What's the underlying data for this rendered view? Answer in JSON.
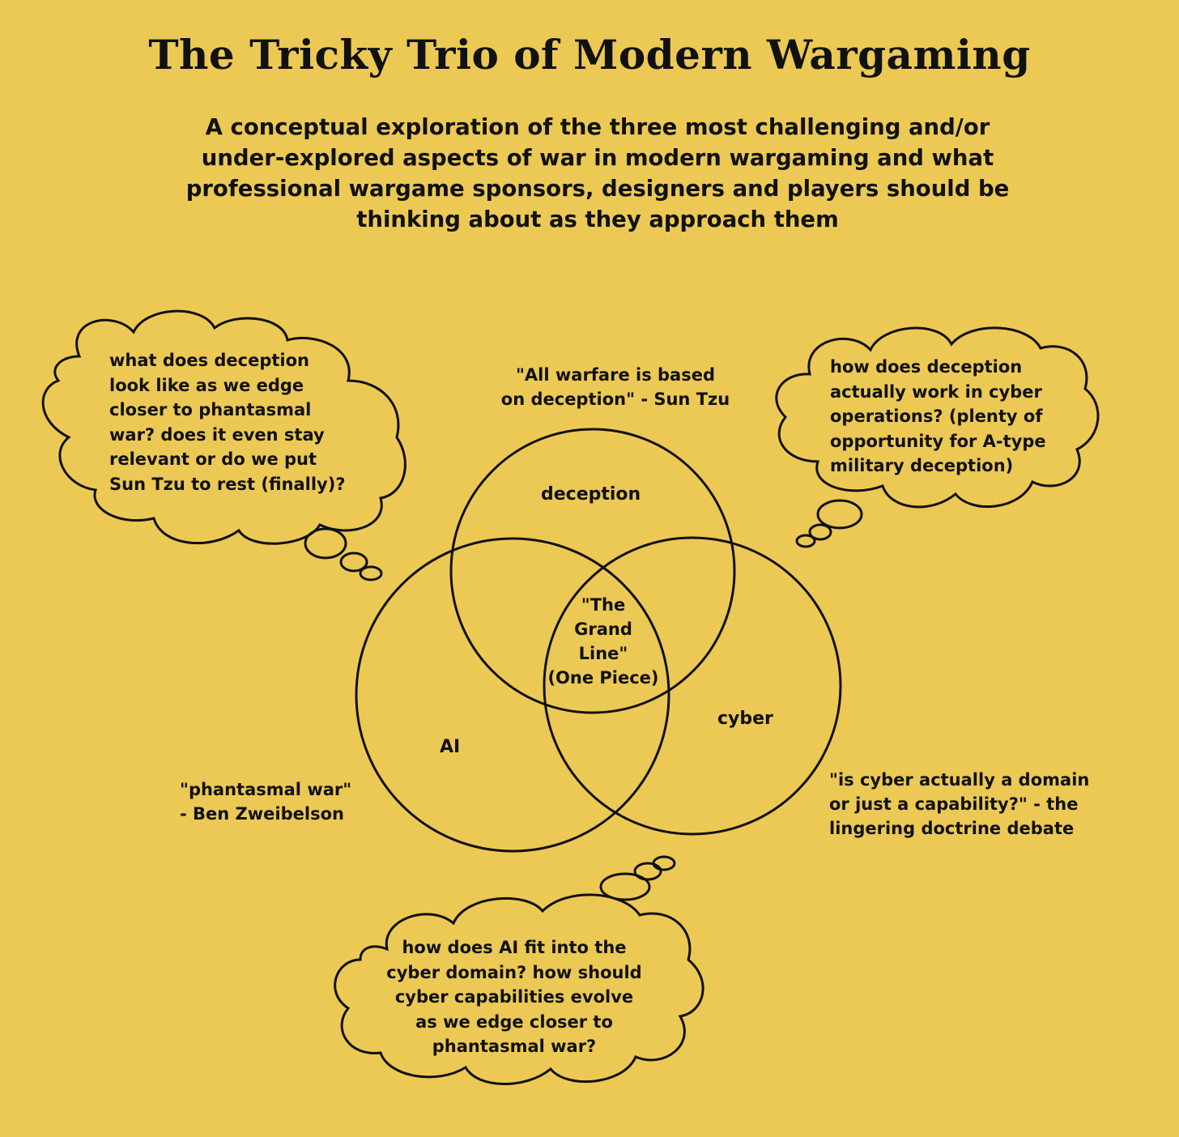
{
  "title": "The Tricky Trio of Modern Wargaming",
  "subtitle": "A conceptual exploration of the three most challenging and/or under-explored aspects of war in modern wargaming and what professional wargame sponsors, designers and players should be thinking about as they approach them",
  "circles": {
    "deception": "deception",
    "ai": "AI",
    "cyber": "cyber",
    "center": "\"The\nGrand\nLine\"\n(One Piece)"
  },
  "quotes": {
    "deception": "\"All warfare is based\non deception\" - Sun Tzu",
    "ai": "\"phantasmal war\"\n- Ben Zweibelson",
    "cyber": "\"is cyber actually a domain\nor just a capability?\" - the\nlingering doctrine debate"
  },
  "thoughts": {
    "deception_ai": "what does deception\nlook like as we edge\ncloser to phantasmal\nwar? does it even stay\nrelevant or do we put\nSun Tzu to rest (finally)?",
    "deception_cyber": "how does deception\nactually work in cyber\noperations? (plenty of\nopportunity for A-type\nmilitary deception)",
    "ai_cyber": "how does AI fit into the\ncyber domain? how should\ncyber capabilities evolve\nas we edge closer to\nphantasmal war?"
  },
  "colors": {
    "background": "#ECC955",
    "ink": "#111111"
  }
}
